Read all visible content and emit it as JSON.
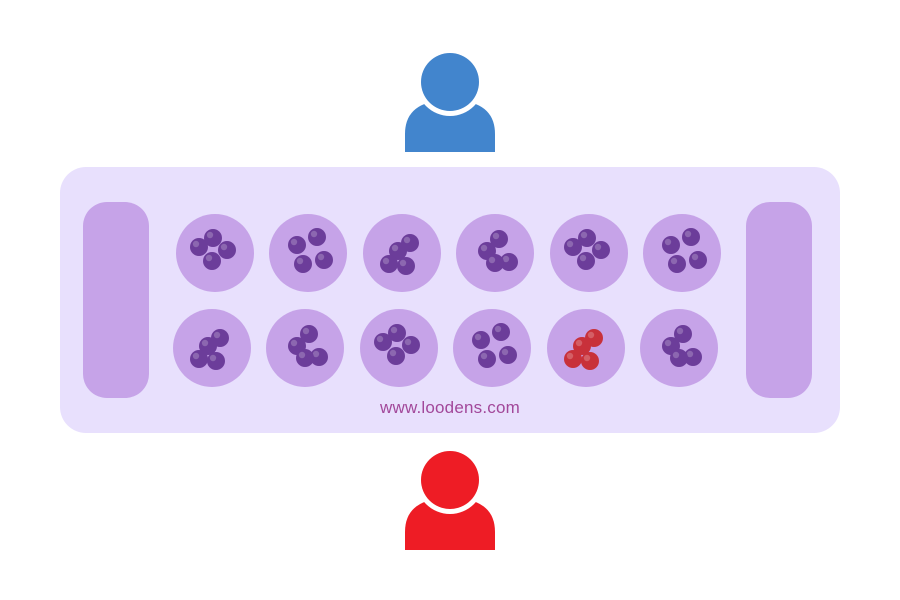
{
  "board": {
    "url": "www.loodens.com",
    "colors": {
      "board_bg": "#e8e0fd",
      "pit": "#c6a3e8",
      "store": "#c6a3e8",
      "seed_purple": "#6c3d9a",
      "seed_red": "#c8313a",
      "url_text": "#a2489a"
    },
    "top_row": [
      {
        "seeds": 4,
        "color": "purple"
      },
      {
        "seeds": 4,
        "color": "purple"
      },
      {
        "seeds": 4,
        "color": "purple"
      },
      {
        "seeds": 4,
        "color": "purple"
      },
      {
        "seeds": 4,
        "color": "purple"
      },
      {
        "seeds": 4,
        "color": "purple"
      }
    ],
    "bottom_row": [
      {
        "seeds": 4,
        "color": "purple"
      },
      {
        "seeds": 4,
        "color": "purple"
      },
      {
        "seeds": 4,
        "color": "purple"
      },
      {
        "seeds": 4,
        "color": "purple"
      },
      {
        "seeds": 4,
        "color": "red"
      },
      {
        "seeds": 4,
        "color": "purple"
      }
    ],
    "stores": {
      "left": {
        "seeds": 0
      },
      "right": {
        "seeds": 0
      }
    }
  },
  "players": {
    "top": {
      "icon": "user-icon",
      "color": "#4285cd"
    },
    "bottom": {
      "icon": "user-icon",
      "color": "#ee1c25"
    }
  }
}
